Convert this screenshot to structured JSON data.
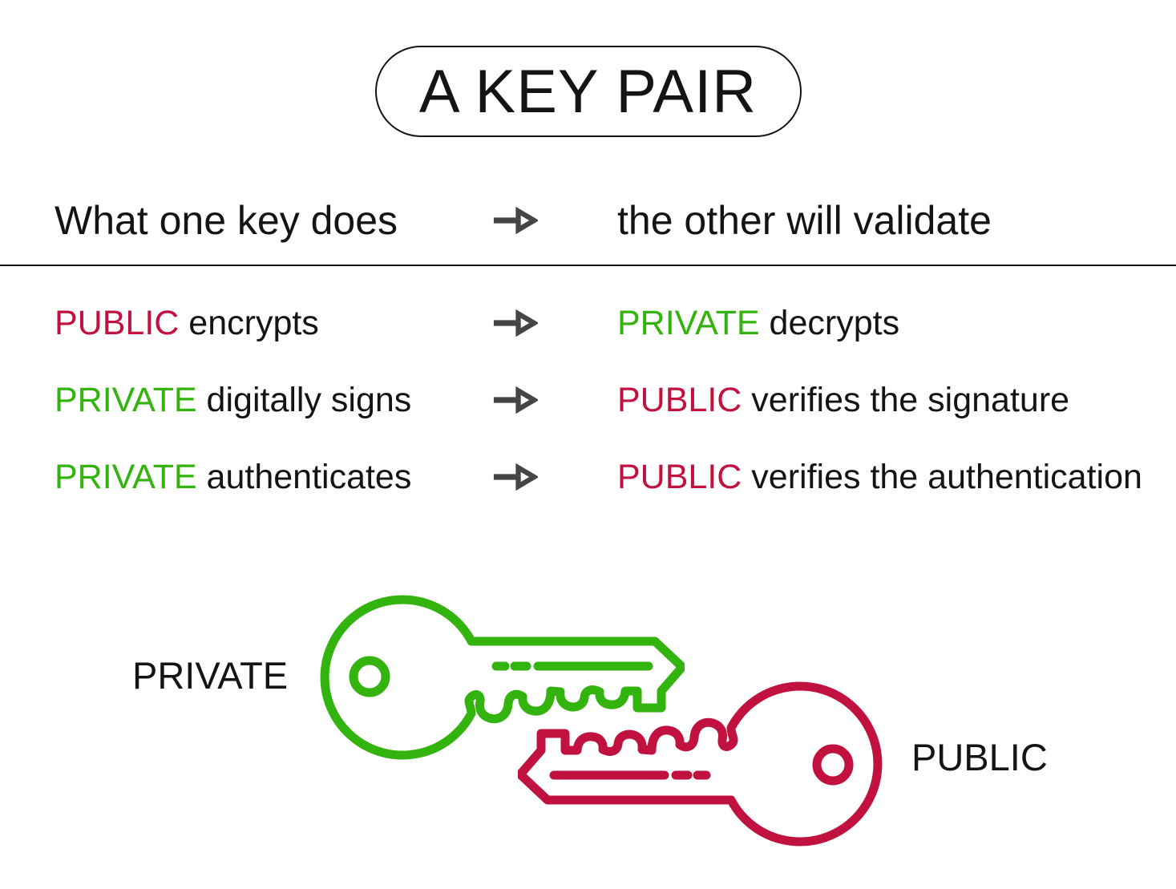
{
  "title": "A KEY PAIR",
  "colors": {
    "green": "#33B30D",
    "crimson": "#C1123F",
    "arrow": "#454545",
    "ink": "#141414"
  },
  "table": {
    "header": {
      "left": "What one key does",
      "right": "the other will validate"
    },
    "rows": [
      {
        "left_key": "PUBLIC",
        "left_key_class": "crimson",
        "left_text": " encrypts",
        "right_key": "PRIVATE",
        "right_key_class": "green",
        "right_text": " decrypts"
      },
      {
        "left_key": "PRIVATE",
        "left_key_class": "green",
        "left_text": " digitally signs",
        "right_key": "PUBLIC",
        "right_key_class": "crimson",
        "right_text": " verifies the signature"
      },
      {
        "left_key": "PRIVATE",
        "left_key_class": "green",
        "left_text": " authenticates",
        "right_key": "PUBLIC",
        "right_key_class": "crimson",
        "right_text": " verifies the authentication"
      }
    ]
  },
  "keys": {
    "private_label": "PRIVATE",
    "public_label": "PUBLIC"
  },
  "icons": {
    "arrow": "right-arrow-icon",
    "private_key": "green-key-icon",
    "public_key": "crimson-key-icon"
  }
}
